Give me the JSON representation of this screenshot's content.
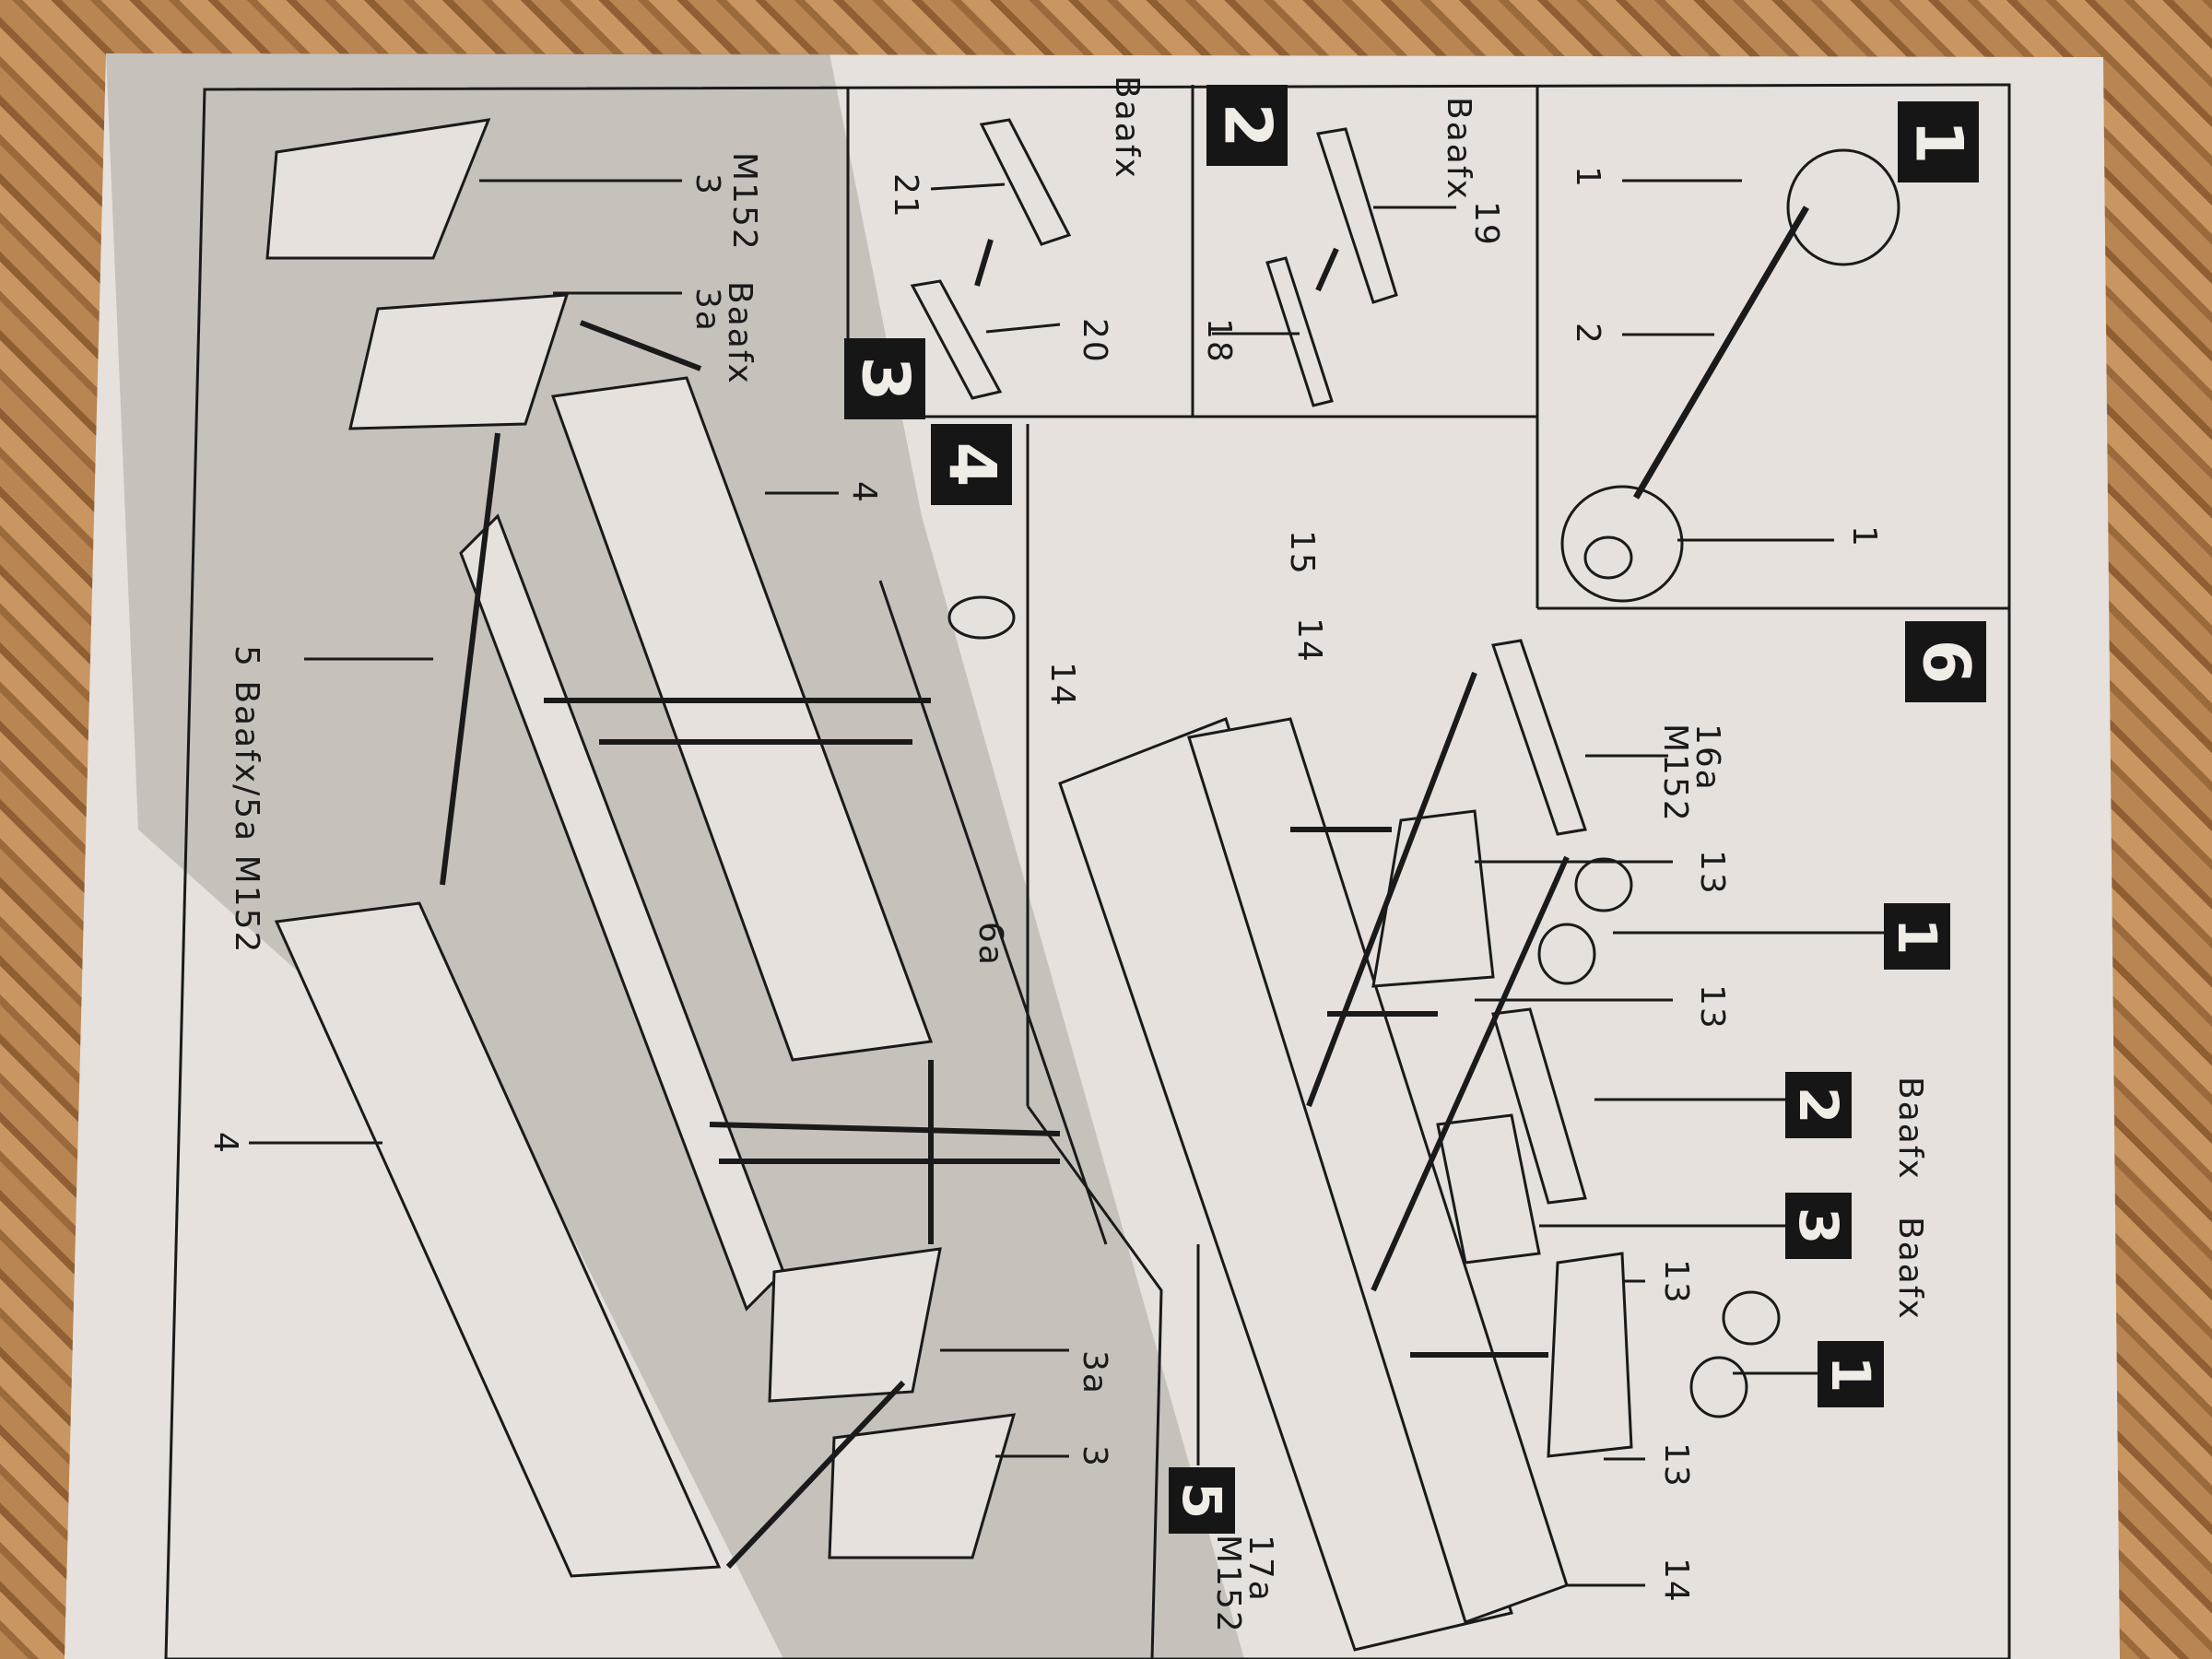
{
  "colors": {
    "paper": "#e6e1dc",
    "ink": "#1a1a1a",
    "background": "#b07a45"
  },
  "badges": {
    "b1_top": "1",
    "b2_top": "2",
    "b3_top": "3",
    "b4": "4",
    "b6": "6",
    "b1_mid": "1",
    "b2_mid": "2",
    "b3_mid": "3",
    "b1_low": "1",
    "b5": "5"
  },
  "panel1": {
    "wheel_top": "1",
    "axle": "2",
    "wheel_bottom": "1"
  },
  "panel2": {
    "variant": "Baafx",
    "part19": "19",
    "part18": "18"
  },
  "panel3": {
    "variant": "Baafx",
    "part21": "21",
    "part20": "20"
  },
  "panel4": {
    "end_m152": "M152",
    "end_3": "3",
    "end_baafx": "Baafx",
    "end_3a": "3a",
    "side_top": "4",
    "part15": "15",
    "part14a": "14",
    "part14b": "14",
    "floor": "5 Baafx/5a M152",
    "part6a": "6a",
    "side_bottom": "4",
    "end_3a_b": "3a",
    "end_3_b": "3"
  },
  "panel6": {
    "roof": "16a\nM152",
    "roof_line1": "16a",
    "roof_line2": "M152",
    "bogie13a": "13",
    "bogie13b": "13",
    "baafx2": "Baafx",
    "baafx3": "Baafx",
    "bogie13c": "13",
    "bogie13d": "13",
    "part14": "14",
    "part17_line1": "17a",
    "part17_line2": "M152"
  }
}
